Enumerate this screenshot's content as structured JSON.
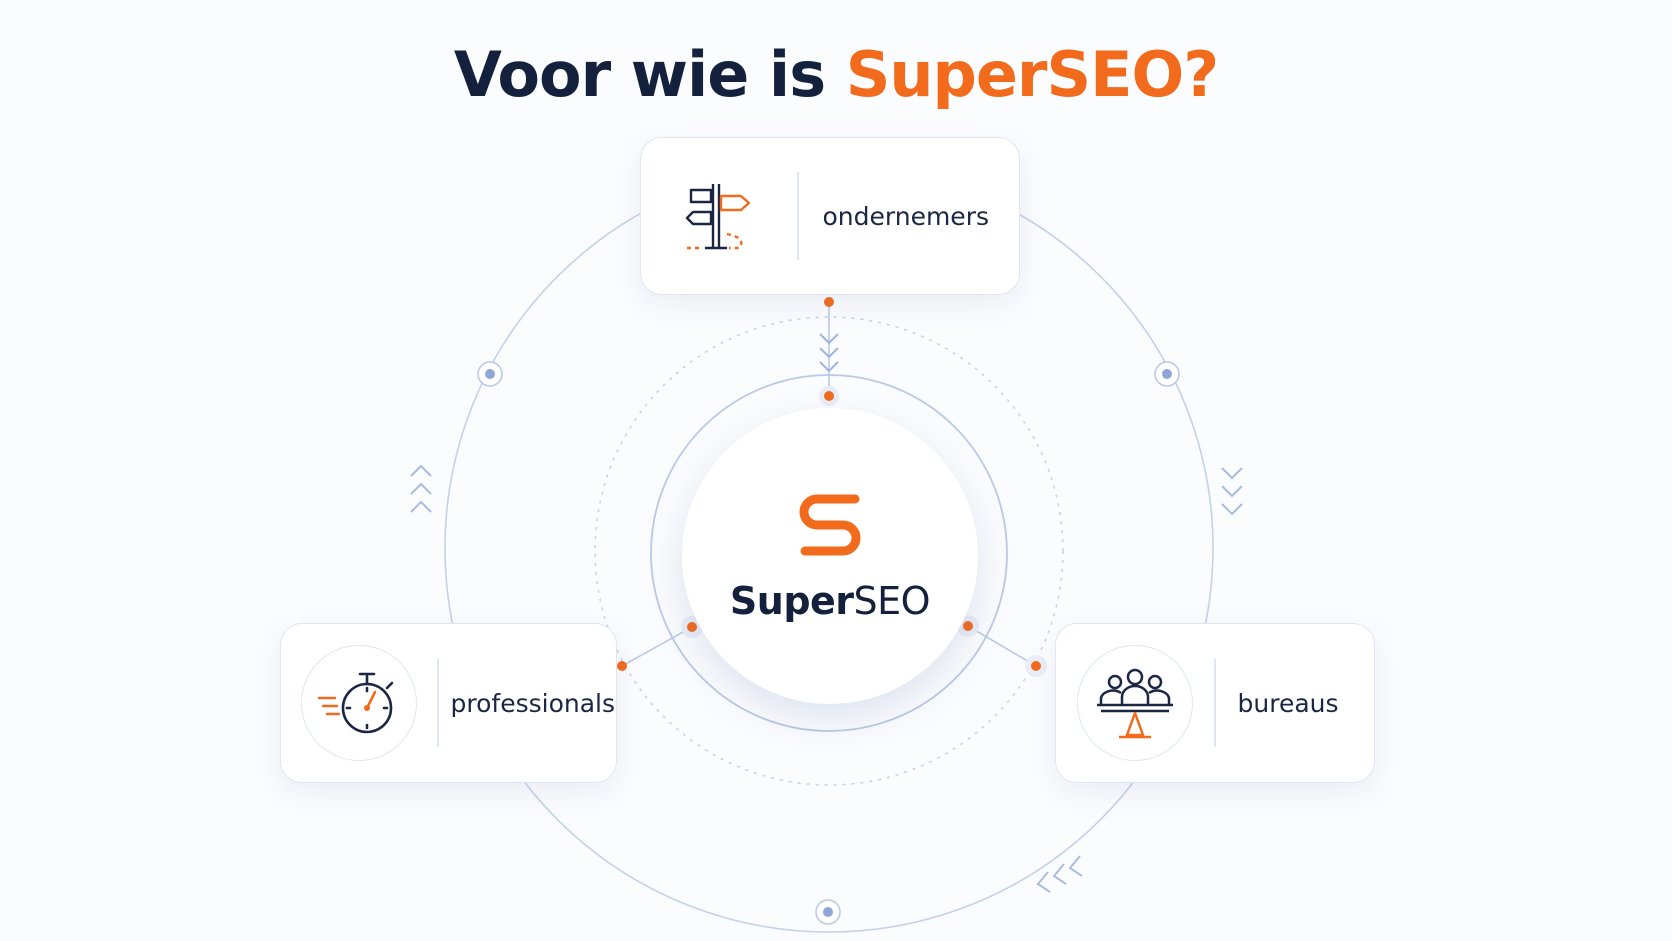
{
  "title": {
    "prefix": "Voor wie is",
    "highlight": "SuperSEO?"
  },
  "center": {
    "logo_icon": "superseo-s-logo-icon",
    "brand_bold": "Super",
    "brand_regular": "SEO"
  },
  "nodes": [
    {
      "label": "ondernemers",
      "icon": "signpost-icon"
    },
    {
      "label": "professionals",
      "icon": "stopwatch-icon"
    },
    {
      "label": "bureaus",
      "icon": "team-balance-icon"
    }
  ],
  "colors": {
    "accent": "#f26b1d",
    "navy": "#14213d",
    "line": "#c8d5ec",
    "ring": "#a9bce0"
  }
}
